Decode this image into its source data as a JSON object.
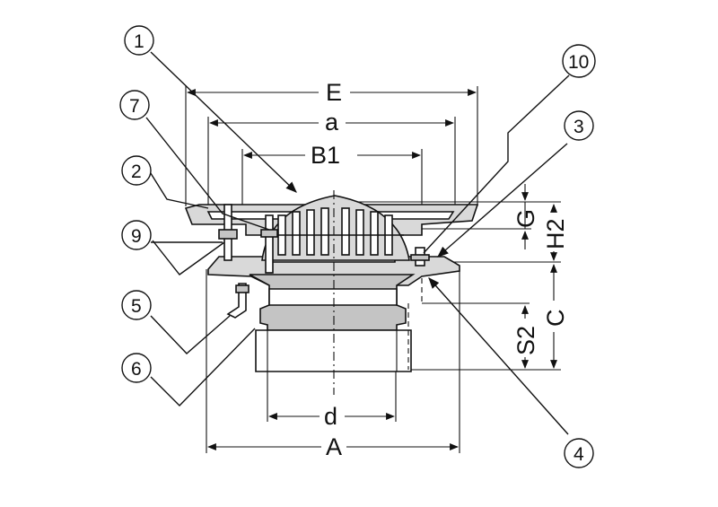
{
  "dimensions": {
    "E": "E",
    "a": "a",
    "B1": "B1",
    "G": "G",
    "H2": "H2",
    "C": "C",
    "S2": "S2",
    "d": "d",
    "A": "A"
  },
  "callouts": {
    "c1": "1",
    "c2": "2",
    "c3": "3",
    "c4": "4",
    "c5": "5",
    "c6": "6",
    "c7": "7",
    "c9": "9",
    "c10": "10"
  }
}
